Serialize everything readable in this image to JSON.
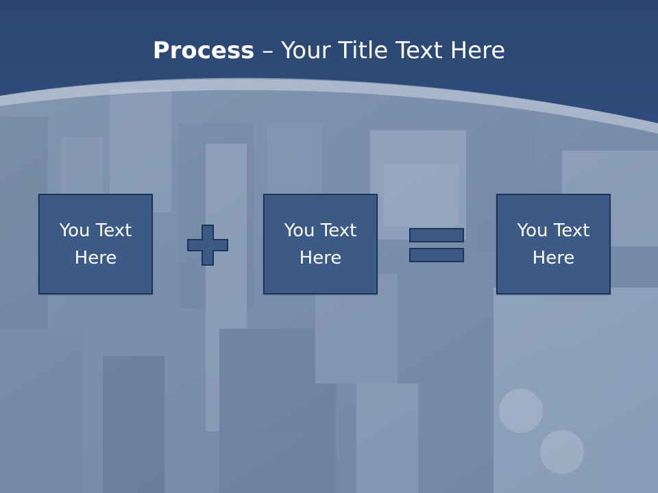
{
  "slide": {
    "title_bold": "Process",
    "title_rest": " – Your Title Text Here",
    "boxes": [
      {
        "text": "You Text Here"
      },
      {
        "text": "You Text Here"
      },
      {
        "text": "You Text Here"
      }
    ],
    "operators": {
      "first": "plus-icon",
      "second": "equals-icon"
    },
    "colors": {
      "header_blue": "#2f4f7e",
      "box_fill": "#3c5a86",
      "box_border": "#1e3457",
      "title_text": "#ffffff"
    }
  }
}
